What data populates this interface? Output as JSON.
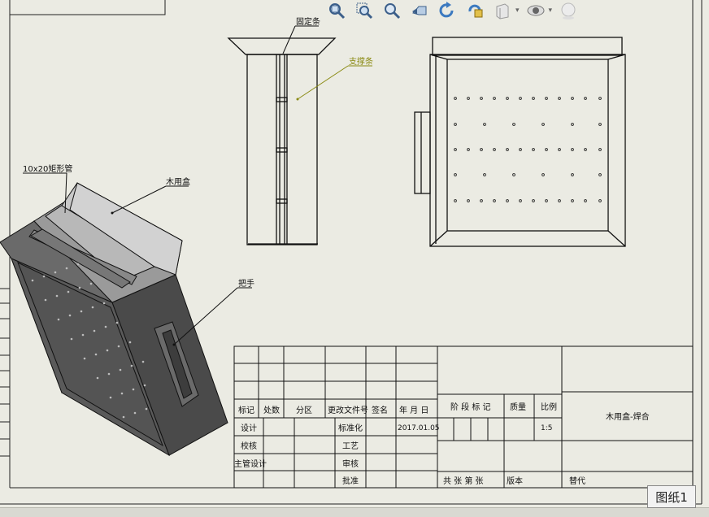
{
  "sheet": {
    "tab_label": "图纸1"
  },
  "toolbar": {
    "icons": [
      "zoom-to-fit-icon",
      "zoom-to-area-icon",
      "zoom-in-out-icon",
      "previous-view-icon",
      "rotate-icon",
      "display-style-icon",
      "section-view-icon",
      "hide-show-items-icon",
      "appearance-icon"
    ]
  },
  "callouts": {
    "fixing_strip": "固定条",
    "support_strip": "支撑条",
    "rect_tube": "10x20矩形管",
    "wood_box": "木用盒",
    "handle": "把手"
  },
  "title_block": {
    "rev_headers": [
      "标记",
      "处数",
      "分区",
      "更改文件号",
      "签名",
      "年 月 日"
    ],
    "stage_header": "阶 段 标 记",
    "weight_header": "质量",
    "scale_header": "比例",
    "scale_value": "1:5",
    "drawing_name": "木用盒-焊合",
    "rows": [
      "设计",
      "校核",
      "主管设计",
      ""
    ],
    "approvals": [
      "标准化",
      "工艺",
      "审核",
      "批准"
    ],
    "date": "2017.01.05",
    "sheets_label": "共  张  第  张",
    "version_label": "版本",
    "replace_label": "替代"
  },
  "colors": {
    "leader_green": "#8a8a12",
    "line": "#111111",
    "sheet_bg": "#ebebe3"
  }
}
